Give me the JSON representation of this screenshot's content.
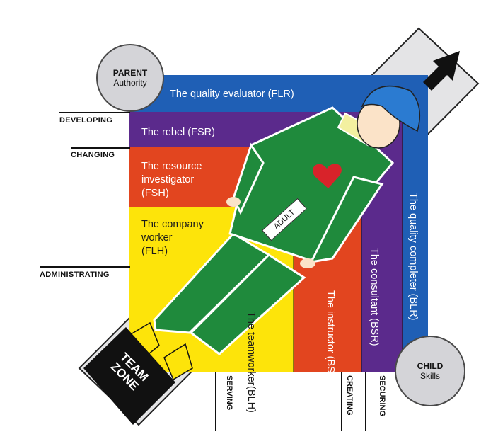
{
  "colors": {
    "blue": "#1f5fb5",
    "purple": "#5b2a8c",
    "red": "#e2451f",
    "yellow": "#fde40a",
    "green": "#1f8a3c",
    "grey_circle": "#d4d4d8",
    "black": "#111111"
  },
  "circles": {
    "parent": {
      "title": "PARENT",
      "subtitle": "Authority"
    },
    "child": {
      "title": "CHILD",
      "subtitle": "Skills"
    }
  },
  "bands": {
    "quality_evaluator": "The quality evaluator (FLR)",
    "rebel": "The rebel (FSR)",
    "resource_investigator": [
      "The resource",
      "investigator",
      "(FSH)"
    ],
    "company_worker": [
      "The company",
      "worker",
      "(FLH)"
    ],
    "team_worker": [
      "The team",
      "worker",
      "(BLH)"
    ],
    "instructor": "The instructor (BSH)",
    "consultant": "The consultant (BSR)",
    "quality_completer": "The quality completer (BLR)"
  },
  "side_labels": {
    "developing": "DEVELOPING",
    "changing": "CHANGING",
    "administrating": "ADMINISTRATING"
  },
  "bottom_labels": {
    "serving": "SERVING",
    "creating": "CREATING",
    "securing": "SECURING"
  },
  "figure": {
    "chest_label": "ADULT",
    "zone_label": [
      "TEAM",
      "ZONE"
    ]
  },
  "icons": [
    "arrow-icon",
    "heart-icon"
  ]
}
